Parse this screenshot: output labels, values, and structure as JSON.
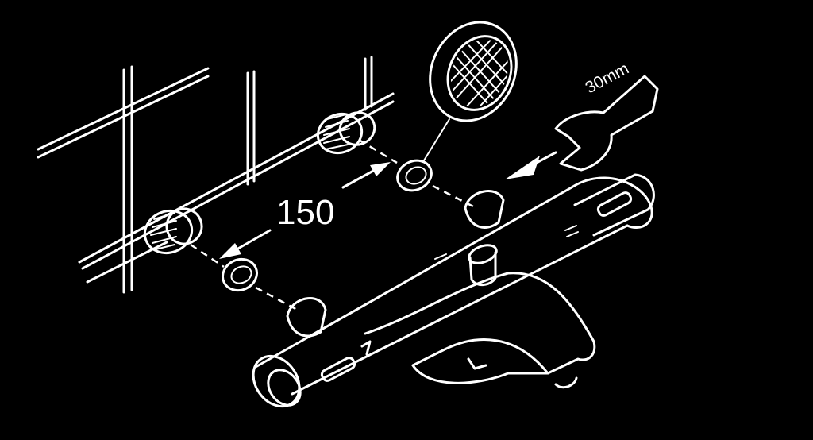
{
  "diagram": {
    "spacing_label": "150",
    "wrench_label": "30mm",
    "colors": {
      "background": "#000000",
      "line": "#ffffff"
    },
    "icons": [
      "wall-tile-grid",
      "eccentric-connector-icon",
      "filter-seal-icon",
      "filter-screen-closeup-icon",
      "wrench-icon",
      "mixer-valve-body-icon"
    ]
  }
}
